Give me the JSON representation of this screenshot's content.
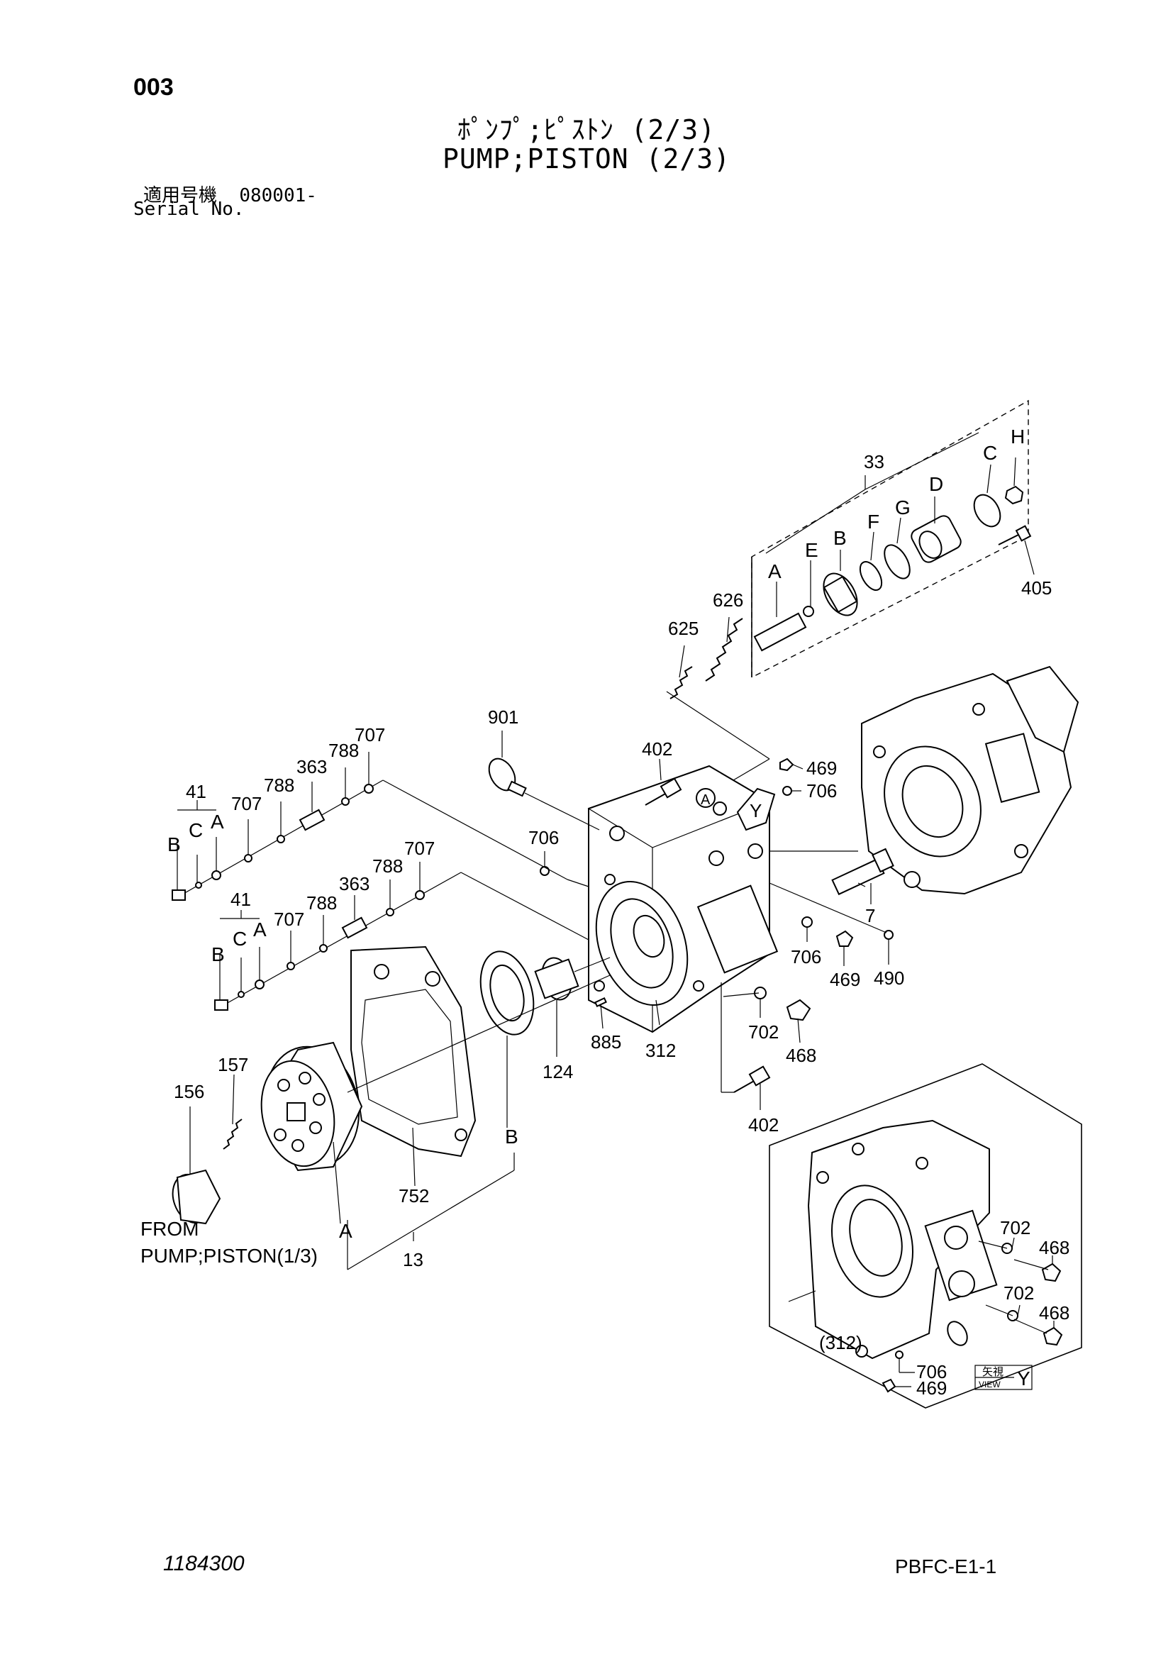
{
  "header": {
    "page_number": "003",
    "title_jp": "ﾎﾟﾝﾌﾟ;ﾋﾟｽﾄﾝ (2/3)",
    "title_en": "PUMP;PISTON (2/3)",
    "serial_label_jp": "適用号機",
    "serial_value": "080001-",
    "serial_label_en": "Serial No."
  },
  "footer": {
    "document_number": "1184300",
    "page_code": "PBFC-E1-1"
  },
  "callouts": {
    "p33": "33",
    "p405": "405",
    "p626": "626",
    "p625": "625",
    "sub_A": "A",
    "sub_B": "B",
    "sub_C": "C",
    "sub_D": "D",
    "sub_E": "E",
    "sub_F": "F",
    "sub_G": "G",
    "sub_H": "H",
    "p901": "901",
    "p402_top": "402",
    "p469_top": "469",
    "p706_top": "706",
    "ref_A": "A",
    "view_Y": "Y",
    "p707_a": "707",
    "p788_a": "788",
    "p363_a": "363",
    "p788_b": "788",
    "p707_b": "707",
    "p41_a": "41",
    "g1_B": "B",
    "g1_C": "C",
    "g1_A": "A",
    "p706_mid": "706",
    "p707_c": "707",
    "p788_c": "788",
    "p363_b": "363",
    "p788_d": "788",
    "p707_d": "707",
    "p41_b": "41",
    "g2_B": "B",
    "g2_C": "C",
    "g2_A": "A",
    "p7": "7",
    "p706_r": "706",
    "p469_r": "469",
    "p490": "490",
    "p885": "885",
    "p312": "312",
    "p124": "124",
    "p702": "702",
    "p468": "468",
    "p402_bot": "402",
    "p157": "157",
    "p156": "156",
    "p752": "752",
    "p13": "13",
    "ref_A_bot": "A",
    "ref_B_bot": "B",
    "from_line1": "FROM",
    "from_line2": "PUMP;PISTON(1/3)",
    "y_p702_a": "702",
    "y_p468_a": "468",
    "y_p702_b": "702",
    "y_p468_b": "468",
    "y_p312": "(312)",
    "y_p706": "706",
    "y_p469": "469",
    "view_jp": "矢視",
    "view_en": "VIEW",
    "view_letter": "Y"
  }
}
